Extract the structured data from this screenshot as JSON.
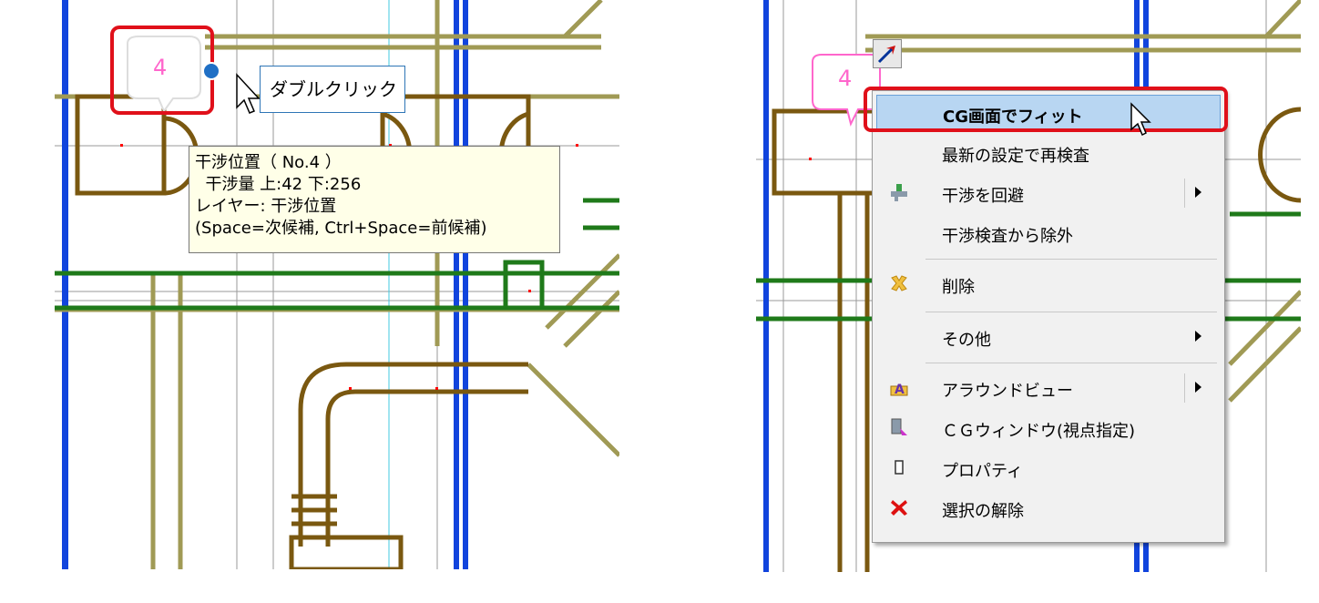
{
  "left": {
    "marker_number": "4",
    "callout_text": "ダブルクリック",
    "tooltip": {
      "line1": "干涉位置（ No.4 ）",
      "line2": "  干涉量 上:42 下:256",
      "line3": "レイヤー: 干涉位置",
      "line4": "(Space=次候補, Ctrl+Space=前候補)"
    }
  },
  "right": {
    "marker_number": "4",
    "menu": {
      "items": [
        {
          "label": "CG画面でフィット",
          "icon": "none",
          "submenu": false
        },
        {
          "label": "最新の設定で再検査",
          "icon": "none",
          "submenu": false
        },
        {
          "label": "干渉を回避",
          "icon": "avoid-pipe-icon",
          "submenu": true
        },
        {
          "label": "干渉検査から除外",
          "icon": "none",
          "submenu": false
        },
        {
          "label": "削除",
          "icon": "delete-cross-icon",
          "submenu": false
        },
        {
          "label": "その他",
          "icon": "none",
          "submenu": true
        },
        {
          "label": "アラウンドビュー",
          "icon": "around-view-icon",
          "submenu": true
        },
        {
          "label": "ＣＧウィンドウ(視点指定)",
          "icon": "cg-window-icon",
          "submenu": false
        },
        {
          "label": "プロパティ",
          "icon": "properties-icon",
          "submenu": false
        },
        {
          "label": "選択の解除",
          "icon": "deselect-x-icon",
          "submenu": false
        }
      ]
    }
  },
  "colors": {
    "highlight": "#e0101a",
    "callout_blue": "#2e75b6",
    "pipe_olive": "#a09a55",
    "pipe_brown": "#7a5810",
    "pipe_green": "#1f7a1a",
    "column_blue": "#1144dd",
    "marker_pink": "#ff66cc"
  }
}
